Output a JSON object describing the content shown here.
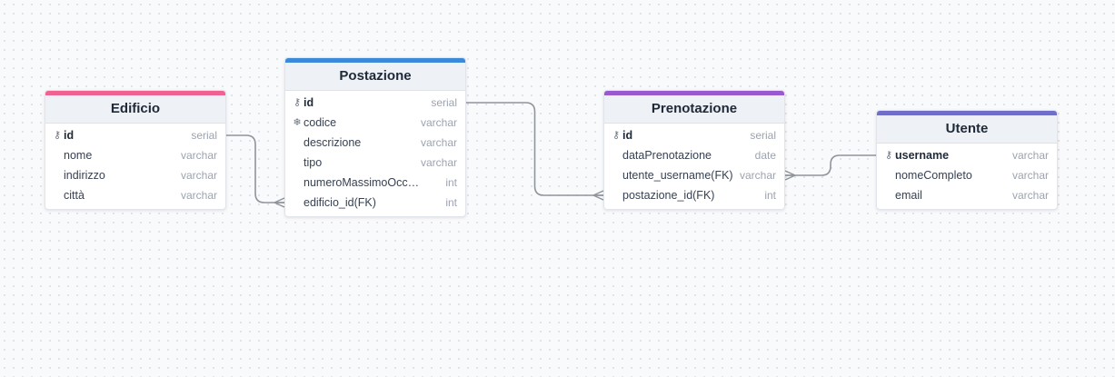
{
  "diagram": {
    "tables": [
      {
        "id": "edificio",
        "name": "Edificio",
        "accent": "#f06292",
        "fields": [
          {
            "name": "id",
            "type": "serial",
            "icon": "key-icon",
            "pk": true
          },
          {
            "name": "nome",
            "type": "varchar"
          },
          {
            "name": "indirizzo",
            "type": "varchar"
          },
          {
            "name": "città",
            "type": "varchar"
          }
        ]
      },
      {
        "id": "postazione",
        "name": "Postazione",
        "accent": "#3b8ad9",
        "fields": [
          {
            "name": "id",
            "type": "serial",
            "icon": "key-icon",
            "pk": true
          },
          {
            "name": "codice",
            "type": "varchar",
            "icon": "unique-icon"
          },
          {
            "name": "descrizione",
            "type": "varchar"
          },
          {
            "name": "tipo",
            "type": "varchar"
          },
          {
            "name": "numeroMassimoOccupa...",
            "type": "int"
          },
          {
            "name": "edificio_id(FK)",
            "type": "int"
          }
        ]
      },
      {
        "id": "prenotazione",
        "name": "Prenotazione",
        "accent": "#9b59d0",
        "fields": [
          {
            "name": "id",
            "type": "serial",
            "icon": "key-icon",
            "pk": true
          },
          {
            "name": "dataPrenotazione",
            "type": "date"
          },
          {
            "name": "utente_username(FK)",
            "type": "varchar"
          },
          {
            "name": "postazione_id(FK)",
            "type": "int"
          }
        ]
      },
      {
        "id": "utente",
        "name": "Utente",
        "accent": "#6f6fc9",
        "fields": [
          {
            "name": "username",
            "type": "varchar",
            "icon": "key-icon",
            "pk": true
          },
          {
            "name": "nomeCompleto",
            "type": "varchar"
          },
          {
            "name": "email",
            "type": "varchar"
          }
        ]
      }
    ],
    "relationships": [
      {
        "from": "edificio.id",
        "to": "postazione.edificio_id(FK)",
        "cardinality": "one-to-many"
      },
      {
        "from": "postazione.id",
        "to": "prenotazione.postazione_id(FK)",
        "cardinality": "one-to-many"
      },
      {
        "from": "utente.username",
        "to": "prenotazione.utente_username(FK)",
        "cardinality": "one-to-many"
      }
    ],
    "colors": {
      "connector": "#8f949b",
      "header_bg": "#eef1f6",
      "type_text": "#9ca3af"
    }
  }
}
